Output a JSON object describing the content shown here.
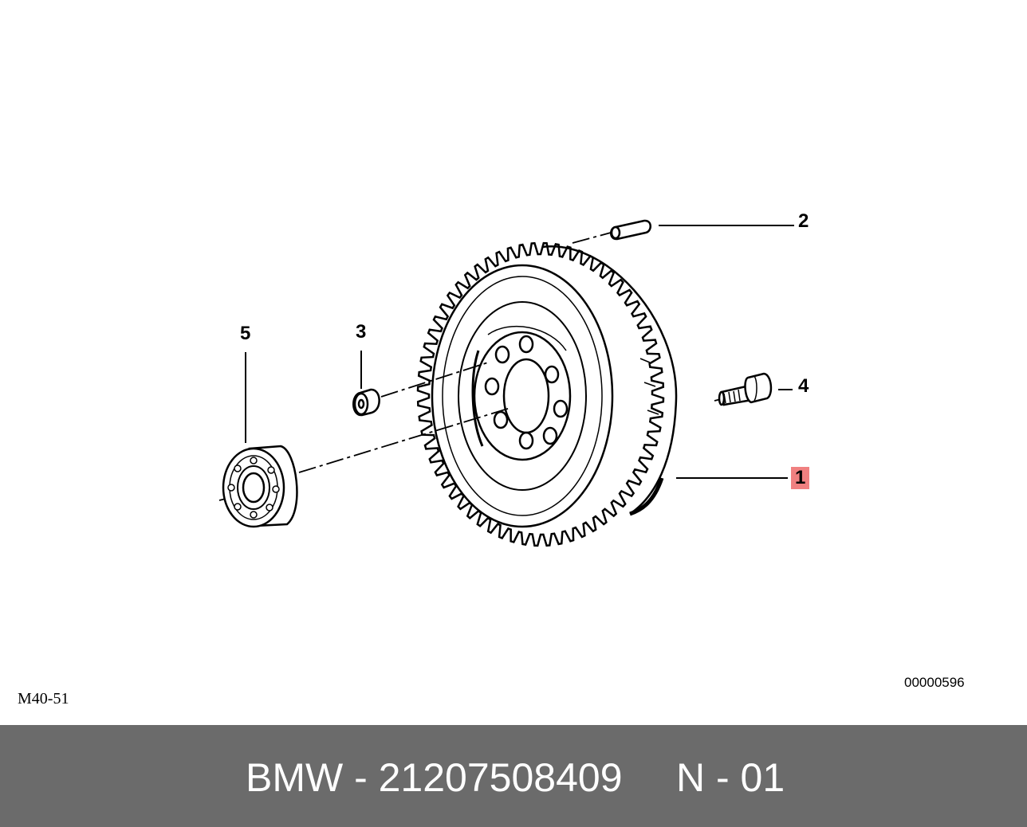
{
  "callouts": {
    "c1": "1",
    "c2": "2",
    "c3": "3",
    "c4": "4",
    "c5": "5"
  },
  "refs": {
    "diagram_code": "M40-51",
    "image_number": "00000596"
  },
  "footer": {
    "part_label": "BMW - 21207508409",
    "position_label": "N - 01"
  },
  "colors": {
    "footer_bg": "#6b6b6b",
    "footer_text": "#ffffff",
    "highlight": "#f08080",
    "line": "#000000"
  },
  "icons": {
    "flywheel": "flywheel-icon",
    "dowel_pin": "dowel-pin-icon",
    "bushing": "bushing-icon",
    "bolt": "bolt-icon",
    "bearing": "ball-bearing-icon"
  }
}
